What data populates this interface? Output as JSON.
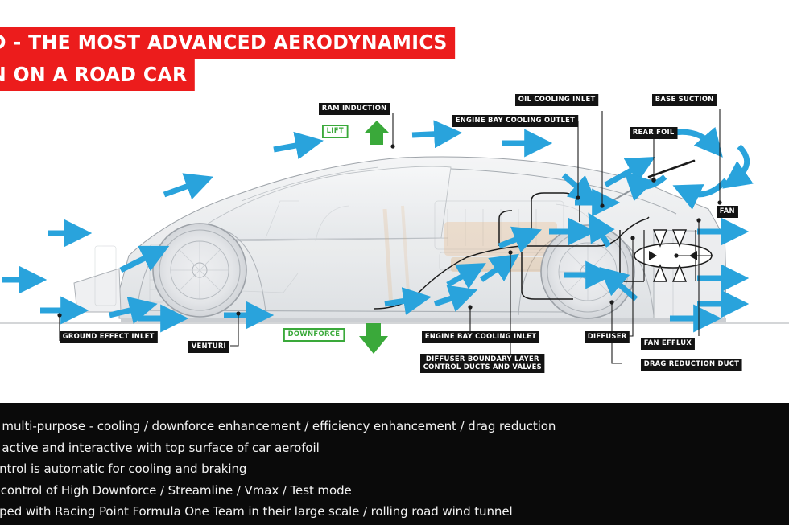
{
  "title": {
    "line1": "D - THE MOST ADVANCED AERODYNAMICS",
    "line2": "N ON A ROAD CAR",
    "banner_color": "#ec1c1c"
  },
  "colors": {
    "airflow_arrow": "#29a3dc",
    "force_green": "#3aa93a",
    "label_background": "#131313",
    "band_background": "#0a0a0a"
  },
  "labels": {
    "ram_induction": "RAM INDUCTION",
    "oil_cooling_inlet": "OIL COOLING INLET",
    "engine_bay_cooling_outlet": "ENGINE BAY COOLING OUTLET",
    "base_suction": "BASE SUCTION",
    "rear_foil": "REAR FOIL",
    "fan": "FAN",
    "ground_effect_inlet": "GROUND EFFECT INLET",
    "venturi": "VENTURI",
    "engine_bay_cooling_inlet": "ENGINE BAY COOLING INLET",
    "diffuser_boundary_line1": "DIFFUSER BOUNDARY LAYER",
    "diffuser_boundary_line2": "CONTROL DUCTS AND VALVES",
    "diffuser": "DIFFUSER",
    "fan_efflux": "FAN EFFLUX",
    "drag_reduction_duct": "DRAG REDUCTION DUCT"
  },
  "force_badges": {
    "lift": "LIFT",
    "downforce": "DOWNFORCE"
  },
  "bullets": [
    "s multi-purpose - cooling / downforce enhancement / efficiency enhancement / drag reduction",
    "s active and interactive with top surface of car aerofoil",
    "ontrol is automatic for cooling and braking",
    "r control of High Downforce / Streamline / Vmax / Test mode",
    "oped with Racing Point Formula One Team in their large scale / rolling road wind tunnel"
  ]
}
